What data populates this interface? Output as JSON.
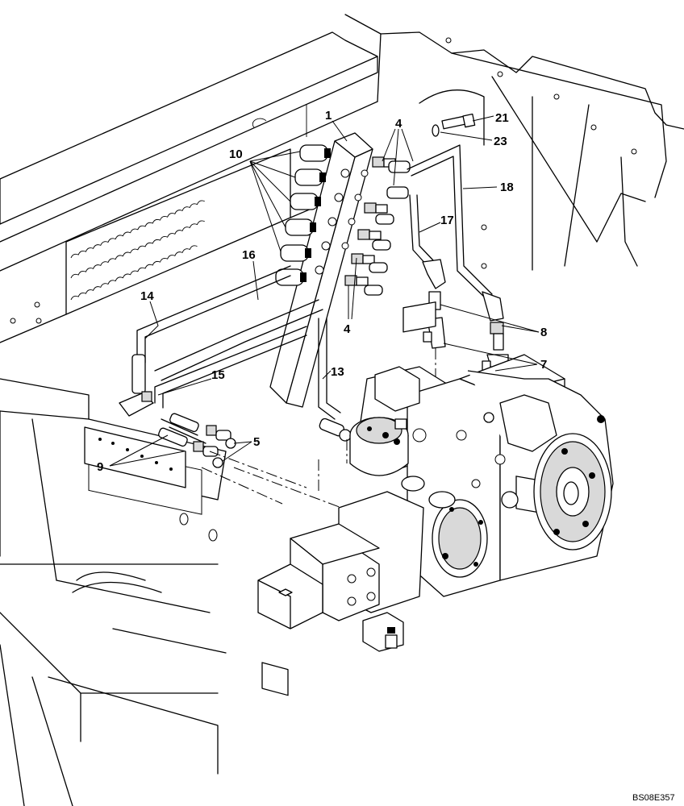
{
  "callouts": {
    "c1": "1",
    "c4a": "4",
    "c4b": "4",
    "c5": "5",
    "c7": "7",
    "c8": "8",
    "c9": "9",
    "c10": "10",
    "c13": "13",
    "c14": "14",
    "c15": "15",
    "c16": "16",
    "c17": "17",
    "c18": "18",
    "c21": "21",
    "c23": "23"
  },
  "reference_code": "BS08E357"
}
